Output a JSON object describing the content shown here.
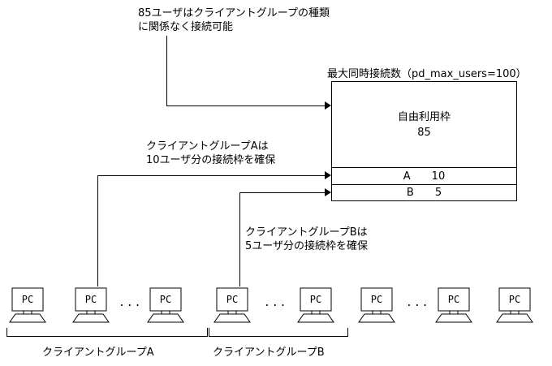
{
  "diagram": {
    "top_note": {
      "line1": "85ユーザはクライアントグループの種類",
      "line2": "に関係なく接続可能"
    },
    "box": {
      "title": "最大同時接続数（pd_max_users=100）",
      "free_label": "自由利用枠",
      "free_value": "85",
      "rows": [
        {
          "name": "A",
          "value": "10"
        },
        {
          "name": "B",
          "value": "5"
        }
      ]
    },
    "group_a_note": {
      "line1": "クライアントグループAは",
      "line2": "10ユーザ分の接続枠を確保"
    },
    "group_b_note": {
      "line1": "クライアントグループBは",
      "line2": "5ユーザ分の接続枠を確保"
    },
    "pc_label": "PC",
    "ellipsis": "...",
    "groups": {
      "a_label": "クライアントグループA",
      "b_label": "クライアントグループB"
    }
  }
}
